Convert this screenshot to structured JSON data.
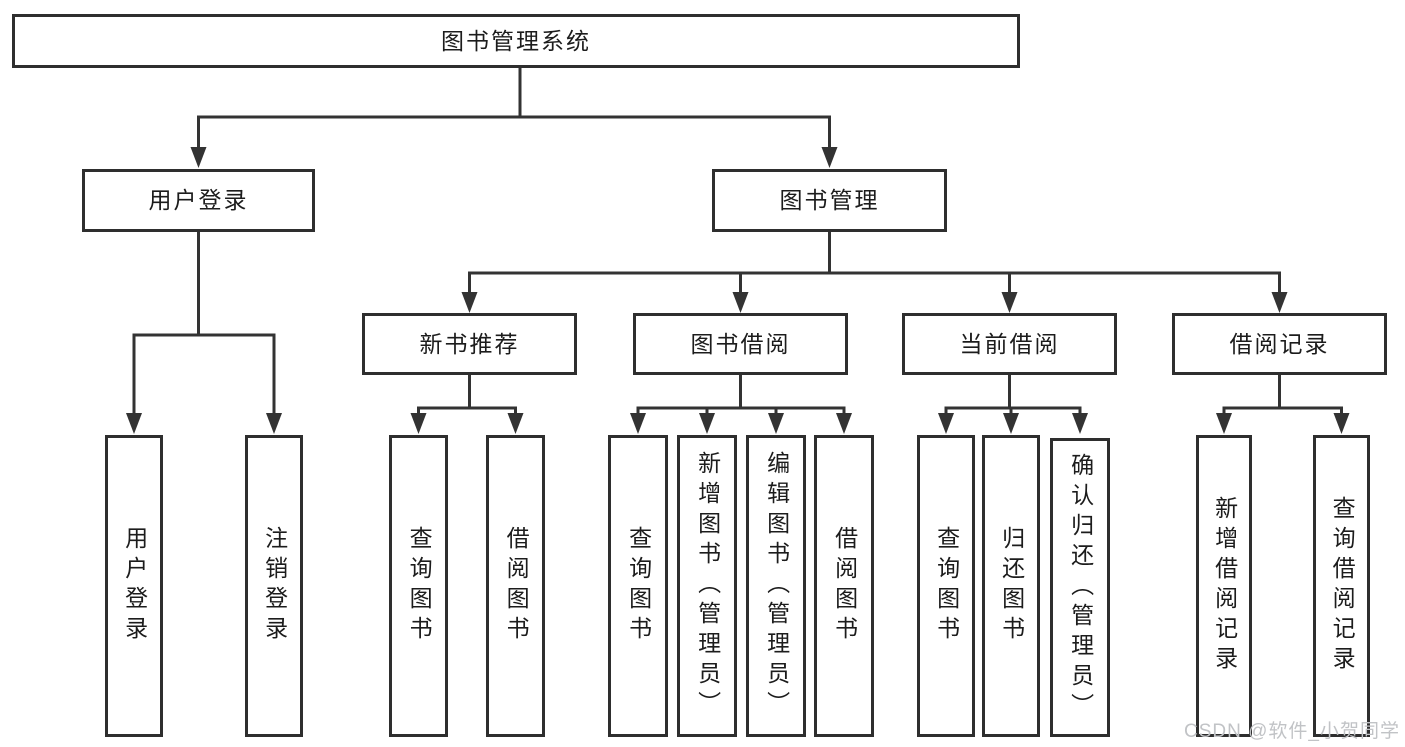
{
  "diagram": {
    "root": {
      "label": "图书管理系统"
    },
    "branches": [
      {
        "label": "用户登录",
        "children": [
          {
            "label": "用户登录"
          },
          {
            "label": "注销登录"
          }
        ]
      },
      {
        "label": "图书管理",
        "children": [
          {
            "label": "新书推荐",
            "children": [
              {
                "label": "查询图书"
              },
              {
                "label": "借阅图书"
              }
            ]
          },
          {
            "label": "图书借阅",
            "children": [
              {
                "label": "查询图书"
              },
              {
                "label": "新增图书（管理员）"
              },
              {
                "label": "编辑图书（管理员）"
              },
              {
                "label": "借阅图书"
              }
            ]
          },
          {
            "label": "当前借阅",
            "children": [
              {
                "label": "查询图书"
              },
              {
                "label": "归还图书"
              },
              {
                "label": "确认归还（管理员）"
              }
            ]
          },
          {
            "label": "借阅记录",
            "children": [
              {
                "label": "新增借阅记录"
              },
              {
                "label": "查询借阅记录"
              }
            ]
          }
        ]
      }
    ],
    "colors": {
      "line": "#333333",
      "box_border": "#2e2e2e",
      "text": "#1c1c1c",
      "background": "#ffffff",
      "watermark": "#c1c3c6"
    }
  },
  "watermark": {
    "text": "CSDN @软件_小贺同学"
  }
}
